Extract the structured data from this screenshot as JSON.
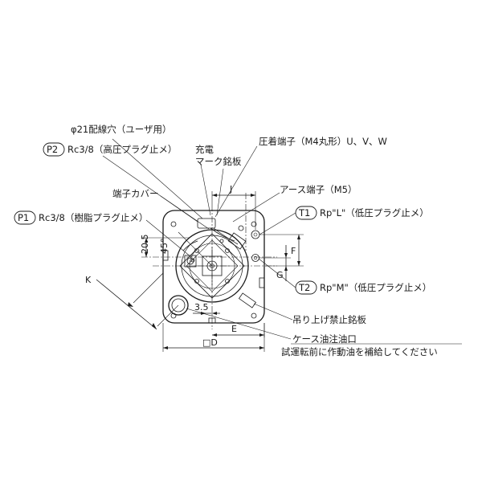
{
  "labels": {
    "phi21_hole": "φ21配線穴（ユーザ用）",
    "p2_tag": "P2",
    "p2_text": "Rc3/8（高圧プラグ止メ）",
    "charging_line1": "充電",
    "charging_line2": "マーク銘板",
    "crimp_terminal": "圧着端子（M4丸形）U、V、W",
    "earth_terminal": "アース端子（M5）",
    "terminal_cover": "端子カバー",
    "p1_tag": "P1",
    "p1_text": "Rc3/8（樹脂プラグ止メ）",
    "t1_tag": "T1",
    "t1_text": "Rp\"L\"（低圧プラグ止メ）",
    "t2_tag": "T2",
    "t2_text": "Rp\"M\"（低圧プラグ止メ）",
    "no_lift_plate": "吊り上げ禁止銘板",
    "oil_inlet": "ケース油注油口",
    "oil_note": "試運転前に作動油を補給してください"
  },
  "dimensions": {
    "j": "J",
    "k": "K",
    "f": "F",
    "g": "G",
    "e": "E",
    "d": "□D",
    "d_20_5": "20.5",
    "angle_45": "45°",
    "d_3_5": "3.5"
  }
}
